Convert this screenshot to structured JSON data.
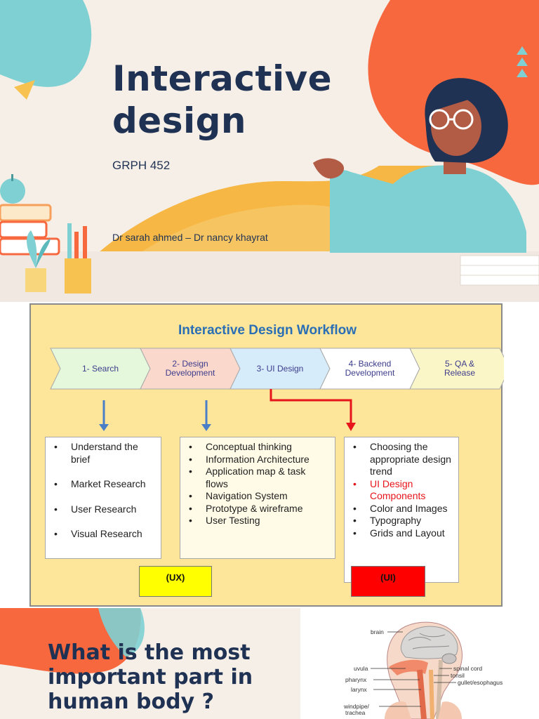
{
  "slide1": {
    "title_line1": "Interactive",
    "title_line2": "design",
    "course_code": "GRPH 452",
    "authors": "Dr sarah ahmed – Dr nancy khayrat"
  },
  "slide2": {
    "title": "Interactive Design Workflow",
    "steps": [
      {
        "line1": "1- Search",
        "line2": ""
      },
      {
        "line1": "2-  Design",
        "line2": "Development"
      },
      {
        "line1": "3- UI Design",
        "line2": ""
      },
      {
        "line1": "4- Backend",
        "line2": "Development"
      },
      {
        "line1": "5- QA &",
        "line2": "Release"
      }
    ],
    "box1": [
      "Understand the brief",
      "Market Research",
      "User Research",
      "Visual Research"
    ],
    "box2": [
      "Conceptual thinking",
      "Information Architecture",
      "Application map & task flows",
      "Navigation System",
      "Prototype & wireframe",
      "User Testing"
    ],
    "box3": [
      "Choosing the appropriate design trend",
      "UI Design Components",
      "Color and Images",
      "Typography",
      "Grids and Layout"
    ],
    "ux_label": "(UX)",
    "ui_label": "(UI)",
    "colors": {
      "step1": "#e6f8dc",
      "step2": "#fbd8cc",
      "step3": "#d6ecfb",
      "step4": "#ffffff",
      "step5": "#fbf6c8",
      "ux_tag": "#ffff00",
      "ui_tag": "#ff0000",
      "highlight": "#e8141b",
      "arrow_blue": "#4a7fc8"
    }
  },
  "slide3": {
    "question_line1": "What is the most",
    "question_line2": "important part in",
    "question_line3": "human body ?",
    "labels": {
      "brain": "brain",
      "uvula": "uvula",
      "pharynx": "pharynx",
      "larynx": "larynx",
      "windpipe": "windpipe/",
      "trachea": "trachea",
      "spinal_cord": "spinal cord",
      "tonsil": "tonsil",
      "gullet": "gullet/esophagus"
    }
  }
}
